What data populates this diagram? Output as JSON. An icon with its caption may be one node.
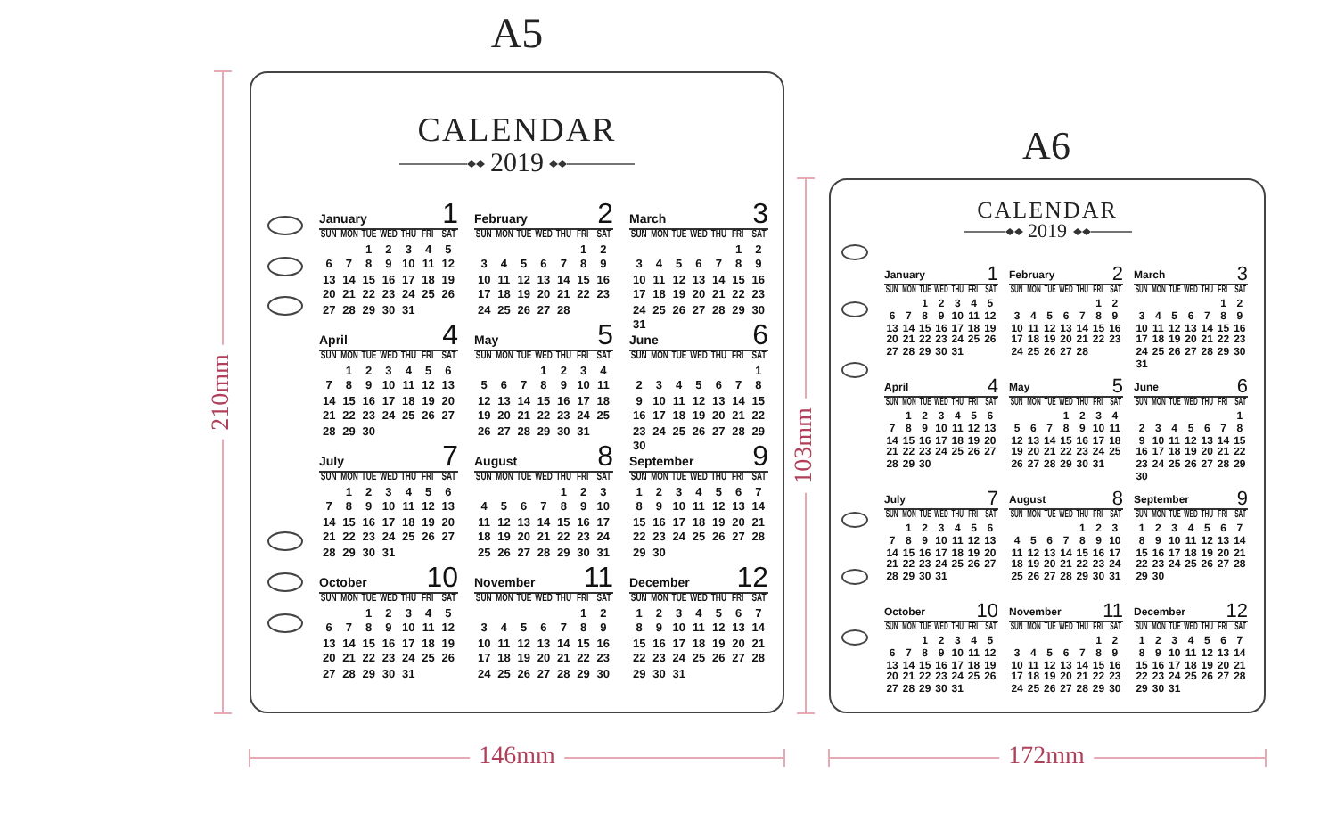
{
  "diagram": {
    "nodes": [
      {
        "text": [
          "CALENDAR",
          "2019"
        ]
      },
      {
        "text": [
          "January",
          "1",
          "SUN",
          "MON",
          "TUE",
          "WED",
          "THU",
          "FRI",
          "SAT",
          "1",
          "2",
          "3",
          "4",
          "5",
          "6",
          "7",
          "8",
          "9",
          "10",
          "11",
          "12",
          "13",
          "14",
          "15",
          "16",
          "17",
          "18",
          "19",
          "20",
          "21",
          "22",
          "23",
          "24",
          "25",
          "26",
          "27",
          "28",
          "29",
          "30",
          "31"
        ],
        "in": 0
      },
      {
        "text": [
          "February",
          "2",
          "SUN",
          "MON",
          "TUE",
          "WED",
          "THU",
          "FRI",
          "SAT",
          "1",
          "2",
          "3",
          "4",
          "5",
          "6",
          "7",
          "8",
          "9",
          "10",
          "11",
          "12",
          "13",
          "14",
          "15",
          "16",
          "17",
          "18",
          "19",
          "20",
          "21",
          "22",
          "23",
          "24",
          "25",
          "26",
          "27",
          "28"
        ],
        "in": 0
      },
      {
        "text": [
          "March",
          "3",
          "SUN",
          "MON",
          "TUE",
          "WED",
          "THU",
          "FRI",
          "SAT",
          "1",
          "2",
          "3",
          "4",
          "5",
          "6",
          "7",
          "8",
          "9",
          "10",
          "11",
          "12",
          "13",
          "14",
          "15",
          "16",
          "17",
          "18",
          "19",
          "20",
          "21",
          "22",
          "23",
          "24",
          "25",
          "26",
          "27",
          "28",
          "29",
          "30",
          "31"
        ],
        "in": 0
      },
      {
        "text": [
          "April",
          "4",
          "SUN",
          "MON",
          "TUE",
          "WED",
          "THU",
          "FRI",
          "SAT",
          "1",
          "2",
          "3",
          "4",
          "5",
          "6",
          "7",
          "8",
          "9",
          "10",
          "11",
          "12",
          "13",
          "14",
          "15",
          "16",
          "17",
          "18",
          "19",
          "20",
          "21",
          "22",
          "23",
          "24",
          "25",
          "26",
          "27",
          "28",
          "29",
          "30"
        ],
        "in": 0
      },
      {
        "text": [
          "May",
          "5",
          "SUN",
          "MON",
          "TUE",
          "WED",
          "THU",
          "FRI",
          "SAT",
          "1",
          "2",
          "3",
          "4",
          "5",
          "6",
          "7",
          "8",
          "9",
          "10",
          "11",
          "12",
          "13",
          "14",
          "15",
          "16",
          "17",
          "18",
          "19",
          "20",
          "21",
          "22",
          "23",
          "24",
          "25",
          "26",
          "27",
          "28",
          "29",
          "30",
          "31"
        ],
        "in": 0
      },
      {
        "text": [
          "June",
          "6",
          "SUN",
          "MON",
          "TUE",
          "WED",
          "THU",
          "FRI",
          "SAT",
          "1",
          "2",
          "3",
          "4",
          "5",
          "6",
          "7",
          "8",
          "9",
          "10",
          "11",
          "12",
          "13",
          "14",
          "15",
          "16",
          "17",
          "18",
          "19",
          "20",
          "21",
          "22",
          "23",
          "24",
          "25",
          "26",
          "27",
          "28",
          "29",
          "30"
        ],
        "in": 0
      },
      {
        "text": [
          "July",
          "7",
          "SUN",
          "MON",
          "TUE",
          "WED",
          "THU",
          "FRI",
          "SAT",
          "1",
          "2",
          "3",
          "4",
          "5",
          "6",
          "7",
          "8",
          "9",
          "10",
          "11",
          "12",
          "13",
          "14",
          "15",
          "16",
          "17",
          "18",
          "19",
          "20",
          "21",
          "22",
          "23",
          "24",
          "25",
          "26",
          "27",
          "28",
          "29",
          "30",
          "31"
        ],
        "in": 0
      },
      {
        "text": [
          "August",
          "8",
          "SUN",
          "MON",
          "TUE",
          "WED",
          "THU",
          "FRI",
          "SAT",
          "1",
          "2",
          "3",
          "4",
          "5",
          "6",
          "7",
          "8",
          "9",
          "10",
          "11",
          "12",
          "13",
          "14",
          "15",
          "16",
          "17",
          "18",
          "19",
          "20",
          "21",
          "22",
          "23",
          "24",
          "25",
          "26",
          "27",
          "28",
          "29",
          "30",
          "31"
        ],
        "in": 0
      },
      {
        "text": [
          "September",
          "9",
          "SUN",
          "MON",
          "TUE",
          "WED",
          "THU",
          "FRI",
          "SAT",
          "1",
          "2",
          "3",
          "4",
          "5",
          "6",
          "7",
          "8",
          "9",
          "10",
          "11",
          "12",
          "13",
          "14",
          "15",
          "16",
          "17",
          "18",
          "19",
          "20",
          "21",
          "22",
          "23",
          "24",
          "25",
          "26",
          "27",
          "28",
          "29",
          "30"
        ],
        "in": 0
      },
      {
        "text": [
          "October",
          "10",
          "SUN",
          "MON",
          "TUE",
          "WED",
          "THU",
          "FRI",
          "SAT",
          "1",
          "2",
          "3",
          "4",
          "5",
          "6",
          "7",
          "8",
          "9",
          "10",
          "11",
          "12",
          "13",
          "14",
          "15",
          "16",
          "17",
          "18",
          "19",
          "20",
          "21",
          "22",
          "23",
          "24",
          "25",
          "26",
          "27",
          "28",
          "29",
          "30",
          "31"
        ],
        "in": 0
      },
      {
        "text": [
          "November",
          "11",
          "SUN",
          "MON",
          "TUE",
          "WED",
          "THU",
          "FRI",
          "SAT",
          "1",
          "2",
          "3",
          "4",
          "5",
          "6",
          "7",
          "8",
          "9",
          "10",
          "11",
          "12",
          "13",
          "14",
          "15",
          "16",
          "17",
          "18",
          "19",
          "20",
          "21",
          "22",
          "23",
          "24",
          "25",
          "26",
          "27",
          "28",
          "29",
          "30"
        ],
        "in": 0
      },
      {
        "text": [
          "December",
          "12",
          "SUN",
          "MON",
          "TUE",
          "WED",
          "THU",
          "FRI",
          "SAT",
          "1",
          "2",
          "3",
          "4",
          "5",
          "6",
          "7",
          "8",
          "9",
          "10",
          "11",
          "12",
          "13",
          "14",
          "15",
          "16",
          "17",
          "18",
          "19",
          "20",
          "21",
          "22",
          "23",
          "24",
          "25",
          "26",
          "27",
          "28",
          "29",
          "30",
          "31"
        ],
        "in": 0
      },
      {
        "text": [
          "CALENDAR",
          "2019"
        ]
      },
      {
        "text": [
          "January",
          "1",
          "SUN",
          "MON",
          "TUE",
          "WED",
          "THU",
          "FRI",
          "SAT",
          "1",
          "2",
          "3",
          "4",
          "5",
          "6",
          "7",
          "8",
          "9",
          "10",
          "11",
          "12",
          "13",
          "14",
          "15",
          "16",
          "17",
          "18",
          "19",
          "20",
          "21",
          "22",
          "23",
          "24",
          "25",
          "26",
          "27",
          "28",
          "29",
          "30",
          "31"
        ],
        "in": 13
      },
      {
        "text": [
          "February",
          "2",
          "SUN",
          "MON",
          "TUE",
          "WED",
          "THU",
          "FRI",
          "SAT",
          "1",
          "2",
          "3",
          "4",
          "5",
          "6",
          "7",
          "8",
          "9",
          "10",
          "11",
          "12",
          "13",
          "14",
          "15",
          "16",
          "17",
          "18",
          "19",
          "20",
          "21",
          "22",
          "23",
          "24",
          "25",
          "26",
          "27",
          "28"
        ],
        "in": 13
      },
      {
        "text": [
          "March",
          "3",
          "SUN",
          "MON",
          "TUE",
          "WED",
          "THU",
          "FRI",
          "SAT",
          "1",
          "2",
          "3",
          "4",
          "5",
          "6",
          "7",
          "8",
          "9",
          "10",
          "11",
          "12",
          "13",
          "14",
          "15",
          "16",
          "17",
          "18",
          "19",
          "20",
          "21",
          "22",
          "23",
          "24",
          "25",
          "26",
          "27",
          "28",
          "29",
          "30",
          "31"
        ],
        "in": 13
      },
      {
        "text": [
          "April",
          "4",
          "SUN",
          "MON",
          "TUE",
          "WED",
          "THU",
          "FRI",
          "SAT",
          "1",
          "2",
          "3",
          "4",
          "5",
          "6",
          "7",
          "8",
          "9",
          "10",
          "11",
          "12",
          "13",
          "14",
          "15",
          "16",
          "17",
          "18",
          "19",
          "20",
          "21",
          "22",
          "23",
          "24",
          "25",
          "26",
          "27",
          "28",
          "29",
          "30"
        ],
        "in": 13
      },
      {
        "text": [
          "May",
          "5",
          "SUN",
          "MON",
          "TUE",
          "WED",
          "THU",
          "FRI",
          "SAT",
          "1",
          "2",
          "3",
          "4",
          "5",
          "6",
          "7",
          "8",
          "9",
          "10",
          "11",
          "12",
          "13",
          "14",
          "15",
          "16",
          "17",
          "18",
          "19",
          "20",
          "21",
          "22",
          "23",
          "24",
          "25",
          "26",
          "27",
          "28",
          "29",
          "30",
          "31"
        ],
        "in": 13
      },
      {
        "text": [
          "June",
          "6",
          "SUN",
          "MON",
          "TUE",
          "WED",
          "THU",
          "FRI",
          "SAT",
          "1",
          "2",
          "3",
          "4",
          "5",
          "6",
          "7",
          "8",
          "9",
          "10",
          "11",
          "12",
          "13",
          "14",
          "15",
          "16",
          "17",
          "18",
          "19",
          "20",
          "21",
          "22",
          "23",
          "24",
          "25",
          "26",
          "27",
          "28",
          "29",
          "30"
        ],
        "in": 13
      },
      {
        "text": [
          "July",
          "7",
          "SUN",
          "MON",
          "TUE",
          "WED",
          "THU",
          "FRI",
          "SAT",
          "1",
          "2",
          "3",
          "4",
          "5",
          "6",
          "7",
          "8",
          "9",
          "10",
          "11",
          "12",
          "13",
          "14",
          "15",
          "16",
          "17",
          "18",
          "19",
          "20",
          "21",
          "22",
          "23",
          "24",
          "25",
          "26",
          "27",
          "28",
          "29",
          "30",
          "31"
        ],
        "in": 13
      },
      {
        "text": [
          "August",
          "8",
          "SUN",
          "MON",
          "TUE",
          "WED",
          "THU",
          "FRI",
          "SAT",
          "1",
          "2",
          "3",
          "4",
          "5",
          "6",
          "7",
          "8",
          "9",
          "10",
          "11",
          "12",
          "13",
          "14",
          "15",
          "16",
          "17",
          "18",
          "19",
          "20",
          "21",
          "22",
          "23",
          "24",
          "25",
          "26",
          "27",
          "28",
          "29",
          "30",
          "31"
        ],
        "in": 13
      },
      {
        "text": [
          "September",
          "9",
          "SUN",
          "MON",
          "TUE",
          "WED",
          "THU",
          "FRI",
          "SAT",
          "1",
          "2",
          "3",
          "4",
          "5",
          "6",
          "7",
          "8",
          "9",
          "10",
          "11",
          "12",
          "13",
          "14",
          "15",
          "16",
          "17",
          "18",
          "19",
          "20",
          "21",
          "22",
          "23",
          "24",
          "25",
          "26",
          "27",
          "28",
          "29",
          "30"
        ],
        "in": 13
      },
      {
        "text": [
          "October",
          "10",
          "SUN",
          "MON",
          "TUE",
          "WED",
          "THU",
          "FRI",
          "SAT",
          "1",
          "2",
          "3",
          "4",
          "5",
          "6",
          "7",
          "8",
          "9",
          "10",
          "11",
          "12",
          "13",
          "14",
          "15",
          "16",
          "17",
          "18",
          "19",
          "20",
          "21",
          "22",
          "23",
          "24",
          "25",
          "26",
          "27",
          "28",
          "29",
          "30",
          "31"
        ],
        "in": 13
      },
      {
        "text": [
          "November",
          "11",
          "SUN",
          "MON",
          "TUE",
          "WED",
          "THU",
          "FRI",
          "SAT",
          "1",
          "2",
          "3",
          "4",
          "5",
          "6",
          "7",
          "8",
          "9",
          "10",
          "11",
          "12",
          "13",
          "14",
          "15",
          "16",
          "17",
          "18",
          "19",
          "20",
          "21",
          "22",
          "23",
          "24",
          "25",
          "26",
          "27",
          "28",
          "29",
          "30"
        ],
        "in": 13
      },
      {
        "text": [
          "December",
          "12",
          "SUN",
          "MON",
          "TUE",
          "WED",
          "THU",
          "FRI",
          "SAT",
          "1",
          "2",
          "3",
          "4",
          "5",
          "6",
          "7",
          "8",
          "9",
          "10",
          "11",
          "12",
          "13",
          "14",
          "15",
          "16",
          "17",
          "18",
          "19",
          "20",
          "21",
          "22",
          "23",
          "24",
          "25",
          "26",
          "27",
          "28",
          "29",
          "30",
          "31"
        ],
        "in": 13
      }
    ],
    "labels": [
      "A5",
      "210mm",
      "146mm",
      "A6",
      "103mm",
      "172mm"
    ]
  }
}
